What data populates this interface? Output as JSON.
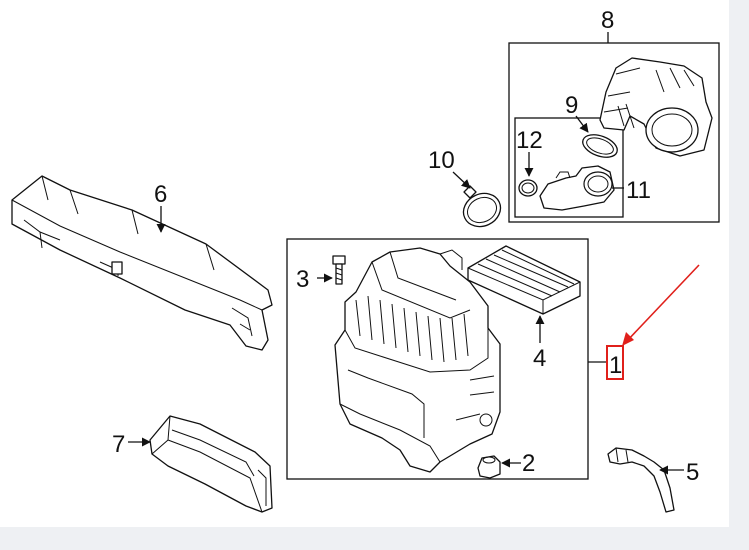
{
  "diagram": {
    "callouts": {
      "c1": "1",
      "c2": "2",
      "c3": "3",
      "c4": "4",
      "c5": "5",
      "c6": "6",
      "c7": "7",
      "c8": "8",
      "c9": "9",
      "c10": "10",
      "c11": "11",
      "c12": "12"
    },
    "highlight_color": "#e0201b",
    "line_color": "#111111",
    "background": "#ffffff"
  }
}
